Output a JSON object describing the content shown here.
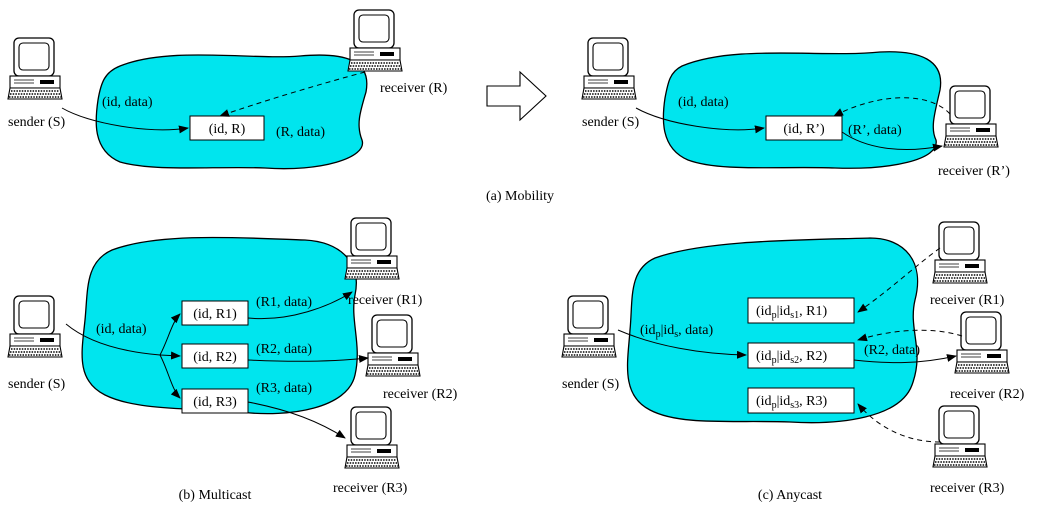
{
  "mobility": {
    "caption": "(a) Mobility",
    "left": {
      "sender": "sender (S)",
      "receiver": "receiver (R)",
      "in_label": "(id, data)",
      "box": "(id, R)",
      "out_label": "(R, data)"
    },
    "right": {
      "sender": "sender (S)",
      "receiver": "receiver (R’)",
      "in_label": "(id, data)",
      "box": "(id, R’)",
      "out_label": "(R’, data)"
    }
  },
  "multicast": {
    "caption": "(b) Multicast",
    "sender": "sender (S)",
    "in_label": "(id, data)",
    "boxes": [
      "(id, R1)",
      "(id, R2)",
      "(id, R3)"
    ],
    "out_labels": [
      "(R1, data)",
      "(R2, data)",
      "(R3, data)"
    ],
    "receivers": [
      "receiver (R1)",
      "receiver (R2)",
      "receiver (R3)"
    ]
  },
  "anycast": {
    "caption": "(c) Anycast",
    "sender": "sender (S)",
    "in_label": {
      "a": "(id",
      "p1": "p",
      "b": "|id",
      "s1": "s",
      "c": ", data)"
    },
    "boxes": [
      {
        "a": "(id",
        "p": "p",
        "b": "|id",
        "s": "s1",
        "c": ", R1)"
      },
      {
        "a": "(id",
        "p": "p",
        "b": "|id",
        "s": "s2",
        "c": ", R2)"
      },
      {
        "a": "(id",
        "p": "p",
        "b": "|id",
        "s": "s3",
        "c": ", R3)"
      }
    ],
    "out_label": "(R2, data)",
    "receivers": [
      "receiver (R1)",
      "receiver (R2)",
      "receiver (R3)"
    ]
  },
  "colors": {
    "network": "#00e5ee",
    "line": "#000000"
  },
  "icons": [
    "computer-icon",
    "block-arrow-icon"
  ]
}
